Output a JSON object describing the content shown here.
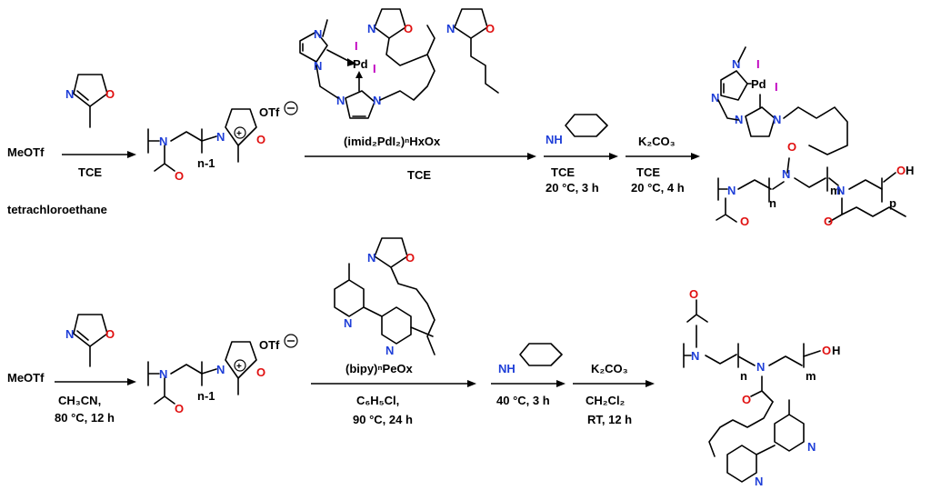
{
  "top": {
    "initiator": "MeOTf",
    "step1_solvent": "TCE",
    "solvent_name": "tetrachloroethane",
    "counterion": "OTf",
    "repeat_index": "n-1",
    "monomer_label": "(imid₂PdI₂)ⁿHxOx",
    "step2_solvent": "TCE",
    "terminator_cond1": "TCE",
    "terminator_cond2": "20 °C, 3 h",
    "base": "K₂CO₃",
    "base_cond1": "TCE",
    "base_cond2": "20 °C, 4 h",
    "product_indices": [
      "n",
      "m",
      "p"
    ],
    "end_group": "OH",
    "pd_label": "Pd"
  },
  "bottom": {
    "initiator": "MeOTf",
    "step1_cond1": "CH₃CN,",
    "step1_cond2": "80 °C, 12 h",
    "counterion": "OTf",
    "repeat_index": "n-1",
    "monomer_label": "(bipy)ⁿPeOx",
    "step2_cond1": "C₆H₅Cl,",
    "step2_cond2": "90 °C, 24 h",
    "terminator_cond": "40 °C, 3 h",
    "base": "K₂CO₃",
    "base_cond1": "CH₂Cl₂",
    "base_cond2": "RT, 12 h",
    "product_indices": [
      "n",
      "m"
    ],
    "end_group": "OH"
  },
  "atoms": {
    "N": "N",
    "O": "O",
    "I": "I",
    "NH": "NH"
  }
}
